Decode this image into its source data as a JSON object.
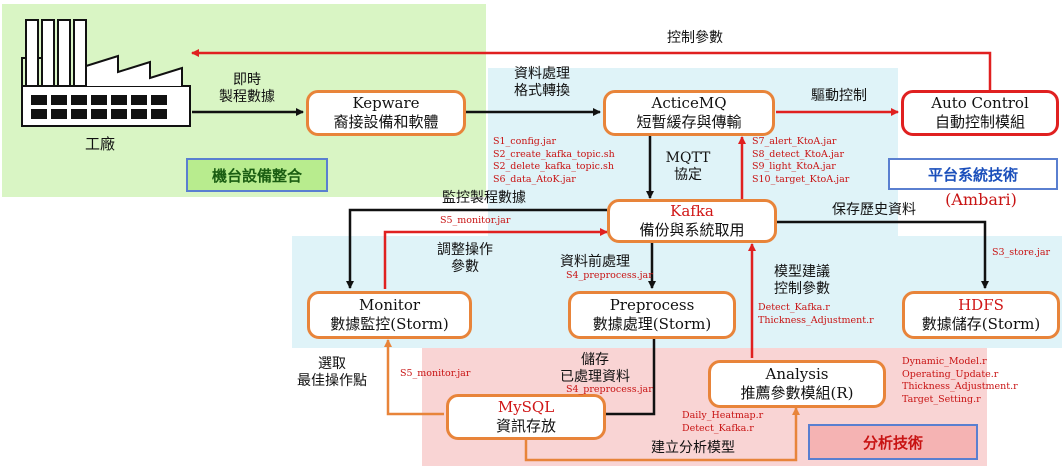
{
  "colors": {
    "orange": "#e8843a",
    "red": "#e02020",
    "black": "#111111",
    "green_zone": "#d9f5c4",
    "blue_zone": "#dff3f8",
    "pink_zone": "#f9d4d4"
  },
  "factory": {
    "label": "工廠"
  },
  "boxes": {
    "kepware": {
      "line1": "Kepware",
      "line2": "裔接設備和軟體"
    },
    "activemq": {
      "line1": "ActiceMQ",
      "line2": "短暫緩存與傳輸"
    },
    "autocontrol": {
      "line1": "Auto Control",
      "line2": "自動控制模組"
    },
    "kafka": {
      "line1": "Kafka",
      "line2": "備份與系統取用"
    },
    "monitor": {
      "line1": "Monitor",
      "line2": "數據監控(Storm)"
    },
    "preprocess": {
      "line1": "Preprocess",
      "line2": "數據處理(Storm)"
    },
    "hdfs": {
      "line1": "HDFS",
      "line2": "數據儲存(Storm)"
    },
    "analysis": {
      "line1": "Analysis",
      "line2": "推薦參數模組(R)"
    },
    "mysql": {
      "line1": "MySQL",
      "line2": "資訊存放"
    }
  },
  "tags": {
    "machine": "機台設備整合",
    "platform": "平台系統技術",
    "ambari": "(Ambari)",
    "analysis": "分析技術"
  },
  "labels": {
    "realtime1": "即時",
    "realtime2": "製程數據",
    "dataproc1": "資料處理",
    "dataproc2": "格式轉換",
    "drive": "驅動控制",
    "ctrlparam": "控制參數",
    "mqtt1": "MQTT",
    "mqtt2": "協定",
    "monitordata": "監控製程數據",
    "savehist": "保存歷史資料",
    "adjust1": "調整操作",
    "adjust2": "參數",
    "preproc": "資料前處理",
    "model1": "模型建議",
    "model2": "控制參數",
    "select1": "選取",
    "select2": "最佳操作點",
    "store1": "儲存",
    "store2": "已處理資料",
    "buildmodel": "建立分析模型"
  },
  "red_labels": {
    "kepware_jars": [
      "S1_config.jar",
      "S2_create_kafka_topic.sh",
      "S2_delete_kafka_topic.sh",
      "S6_data_AtoK.jar"
    ],
    "activemq_jars": [
      "S7_alert_KtoA.jar",
      "S8_detect_KtoA.jar",
      "S9_light_KtoA.jar",
      "S10_target_KtoA.jar"
    ],
    "s5_top": "S5_monitor.jar",
    "s4_top": "S4_preprocess.jar",
    "s3": "S3_store.jar",
    "detect": [
      "Detect_Kafka.r",
      "Thickness_Adjustment.r"
    ],
    "s5_left": "S5_monitor.jar",
    "s4_bottom": "S4_preprocess.jar",
    "hdfs_r": [
      "Dynamic_Model.r",
      "Operating_Update.r",
      "Thickness_Adjustment.r",
      "Target_Setting.r"
    ],
    "daily": [
      "Daily_Heatmap.r",
      "Detect_Kafka.r"
    ]
  }
}
